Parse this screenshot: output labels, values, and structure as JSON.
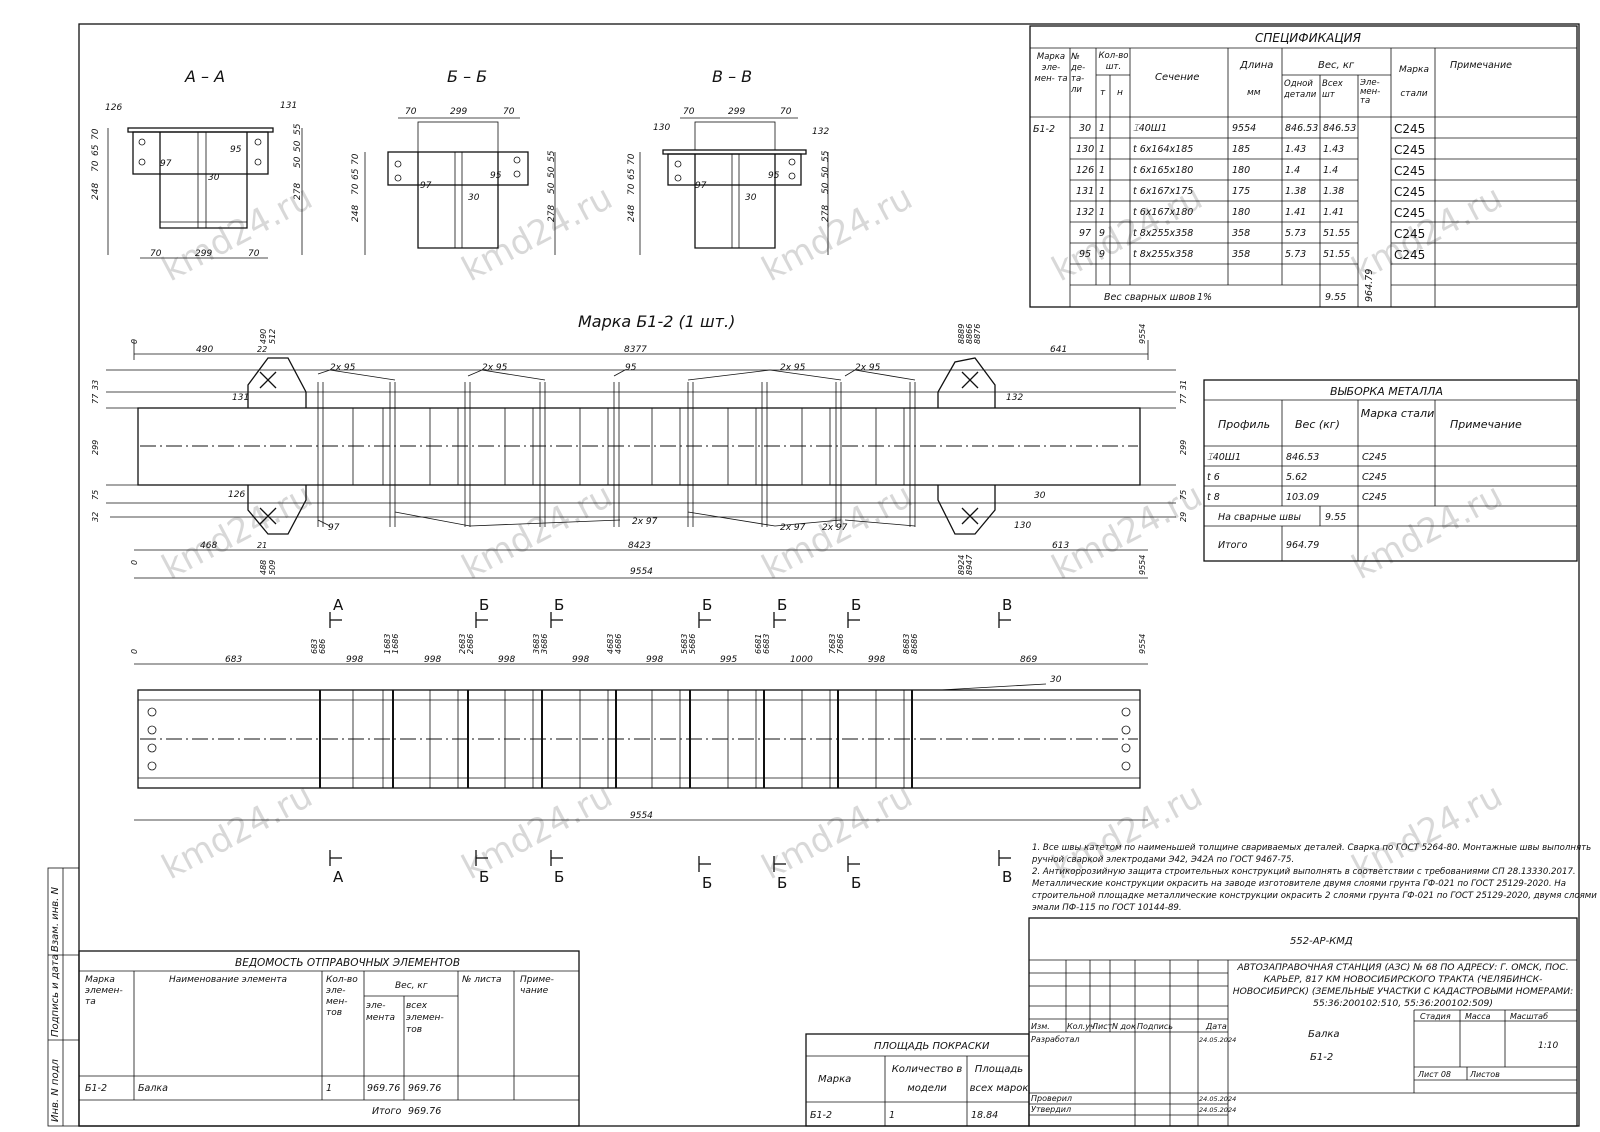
{
  "views": {
    "section_aa_title": "А – А",
    "section_bb_title": "Б – Б",
    "section_vv_title": "В – В",
    "plan_title": "Марка Б1-2 (1 шт.)"
  },
  "sections": {
    "aa": {
      "top": [
        "126",
        "131"
      ],
      "left": [
        "70",
        "65",
        "70",
        "248"
      ],
      "right": [
        "55",
        "50",
        "50",
        "278"
      ],
      "inner": [
        "97",
        "30",
        "95"
      ],
      "bottom": [
        "70",
        "299",
        "70"
      ]
    },
    "bb": {
      "top": [
        "70",
        "299",
        "70"
      ],
      "left": [
        "70",
        "65",
        "70",
        "248"
      ],
      "right": [
        "55",
        "50",
        "50",
        "278"
      ],
      "inner": [
        "97",
        "30",
        "95"
      ]
    },
    "vv": {
      "top": [
        "70",
        "299",
        "70",
        "130",
        "132"
      ],
      "left": [
        "70",
        "65",
        "70",
        "248"
      ],
      "right": [
        "55",
        "50",
        "50",
        "278"
      ],
      "inner": [
        "97",
        "30",
        "95"
      ]
    }
  },
  "plan": {
    "top_dims": [
      "490",
      "22",
      "490",
      "512",
      "8377",
      "8889",
      "8866",
      "8876",
      "641",
      "9554"
    ],
    "bottom_dims": [
      "468",
      "21",
      "488",
      "509",
      "8423",
      "8924",
      "8947",
      "613",
      "9554"
    ],
    "overall": "9554",
    "left_dims": [
      "33",
      "77",
      "299",
      "75",
      "32"
    ],
    "right_dims": [
      "31",
      "77",
      "299",
      "75",
      "29"
    ],
    "zero": "0",
    "callouts_top": [
      "2х 95",
      "2х 95",
      "95",
      "2х 95",
      "2х 95"
    ],
    "callouts_bottom": [
      "97",
      "2х 97",
      "2х 97",
      "2х 97"
    ],
    "marks_top": [
      "131",
      "132"
    ],
    "marks_bottom": [
      "126",
      "130",
      "30"
    ]
  },
  "elevation": {
    "dims": [
      "683",
      "998",
      "998",
      "998",
      "998",
      "998",
      "995",
      "1000",
      "998",
      "869"
    ],
    "chain": [
      "683",
      "686",
      "1683",
      "1686",
      "2683",
      "2686",
      "3683",
      "3686",
      "4683",
      "4686",
      "5683",
      "5686",
      "6681",
      "6683",
      "7683",
      "7686",
      "8683",
      "8686",
      "9554"
    ],
    "overall": "9554",
    "mark": "30",
    "cuts_top": [
      "А",
      "Б",
      "Б",
      "Б",
      "Б",
      "Б",
      "В"
    ],
    "cuts_bottom": [
      "А",
      "Б",
      "Б",
      "Б",
      "Б",
      "Б",
      "В"
    ]
  },
  "spec": {
    "title": "СПЕЦИФИКАЦИЯ",
    "headers": {
      "mark": "Марка эле- мен- та",
      "no": "№ де- та- ли",
      "qty": "Кол-во шт.",
      "qty_t": "т",
      "qty_n": "н",
      "section": "Сечение",
      "length": "Длина",
      "length_unit": "мм",
      "weight": "Вес, кг",
      "w_one": "Одной детали",
      "w_all": "Всех шт",
      "w_elem": "Эле- мен- та",
      "steel": "Марка стали",
      "note": "Примечание"
    },
    "element": "Б1-2",
    "rows": [
      {
        "no": "30",
        "qty": "1",
        "section": "⌶40Ш1",
        "length": "9554",
        "one": "846.53",
        "all": "846.53",
        "steel": "С245"
      },
      {
        "no": "130",
        "qty": "1",
        "section": "t 6x164x185",
        "length": "185",
        "one": "1.43",
        "all": "1.43",
        "steel": "С245"
      },
      {
        "no": "126",
        "qty": "1",
        "section": "t 6x165x180",
        "length": "180",
        "one": "1.4",
        "all": "1.4",
        "steel": "С245"
      },
      {
        "no": "131",
        "qty": "1",
        "section": "t 6x167x175",
        "length": "175",
        "one": "1.38",
        "all": "1.38",
        "steel": "С245"
      },
      {
        "no": "132",
        "qty": "1",
        "section": "t 6x167x180",
        "length": "180",
        "one": "1.41",
        "all": "1.41",
        "steel": "С245"
      },
      {
        "no": "97",
        "qty": "9",
        "section": "t 8x255x358",
        "length": "358",
        "one": "5.73",
        "all": "51.55",
        "steel": "С245"
      },
      {
        "no": "95",
        "qty": "9",
        "section": "t 8x255x358",
        "length": "358",
        "one": "5.73",
        "all": "51.55",
        "steel": "С245"
      }
    ],
    "element_total": "964.79",
    "weld_label": "Вес сварных швов",
    "weld_pct": "1%",
    "weld_value": "9.55"
  },
  "metal": {
    "title": "ВЫБОРКА МЕТАЛЛА",
    "headers": {
      "profile": "Профиль",
      "weight": "Вес (кг)",
      "steel": "Марка стали",
      "note": "Примечание"
    },
    "rows": [
      {
        "profile": "⌶40Ш1",
        "weight": "846.53",
        "steel": "С245"
      },
      {
        "profile": "t 6",
        "weight": "5.62",
        "steel": "С245"
      },
      {
        "profile": "t 8",
        "weight": "103.09",
        "steel": "С245"
      }
    ],
    "weld_label": "На сварные швы",
    "weld_value": "9.55",
    "total_label": "Итого",
    "total_value": "964.79"
  },
  "notes": [
    "1. Все швы катетом по наименьшей толщине свариваемых деталей. Сварка по ГОСТ 5264-80. Монтажные швы выполнять",
    "ручной сваркой электродами Э42, Э42А по ГОСТ 9467-75.",
    "2. Антикоррозийную защита строительных конструкций выполнять в соответствии с требованиями СП 28.13330.2017.",
    "Металлические конструкции окрасить на заводе изготовителе двумя слоями грунта ГФ-021 по ГОСТ 25129-2020. На",
    "строительной площадке металлические конструкции окрасить 2 слоями грунта ГФ-021 по ГОСТ 25129-2020, двумя слоями",
    "эмали ПФ-115 по ГОСТ 10144-89."
  ],
  "shipping": {
    "title": "ВЕДОМОСТЬ ОТПРАВОЧНЫХ ЭЛЕМЕНТОВ",
    "headers": {
      "mark": "Марка элемен- та",
      "name": "Наименование элемента",
      "qty": "Кол-во эле- мен- тов",
      "weight": "Вес, кг",
      "w_el": "эле- мента",
      "w_all": "всех элемен- тов",
      "sheet": "№ листа",
      "note": "Приме- чание"
    },
    "row": {
      "mark": "Б1-2",
      "name": "Балка",
      "qty": "1",
      "w_el": "969.76",
      "w_all": "969.76"
    },
    "total_label": "Итого",
    "total_value": "969.76"
  },
  "paint": {
    "title": "ПЛОЩАДЬ ПОКРАСКИ",
    "headers": {
      "mark": "Марка",
      "qty": "Количество в модели",
      "area": "Площадь всех марок"
    },
    "row": {
      "mark": "Б1-2",
      "qty": "1",
      "area": "18.84"
    }
  },
  "stamp": {
    "code": "552-АР-КМД",
    "project": "АВТОЗАПРАВОЧНАЯ СТАНЦИЯ (АЗС) № 68 ПО АДРЕСУ: Г. ОМСК, ПОС. КАРЬЕР, 817 КМ НОВОСИБИРСКОГО ТРАКТА (ЧЕЛЯБИНСК-НОВОСИБИРСК) (ЗЕМЕЛЬНЫЕ УЧАСТКИ С КАДАСТРОВЫМИ НОМЕРАМИ: 55:36:200102:510, 55:36:200102:509)",
    "cols": [
      "Изм.",
      "Кол.уч",
      "Лист",
      "N док",
      "Подпись",
      "Дата"
    ],
    "roles": [
      {
        "role": "Разработал",
        "date": "24.05.2024"
      },
      {
        "role": "Проверил",
        "date": "24.05.2024"
      },
      {
        "role": "Утвердил",
        "date": "24.05.2024"
      }
    ],
    "title_line1": "Балка",
    "title_line2": "Б1-2",
    "stage": "Стадия",
    "mass": "Масса",
    "scale_label": "Масштаб",
    "scale": "1:10",
    "sheet": "Лист 08",
    "sheets": "Листов"
  },
  "side": {
    "a": "Взам. инв. N",
    "b": "Подпись и дата",
    "c": "Инв. N подл"
  },
  "watermark": "kmd24.ru"
}
